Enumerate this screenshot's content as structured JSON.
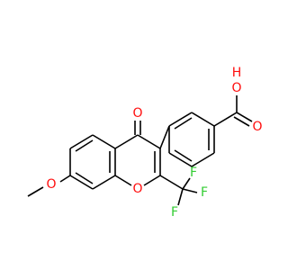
{
  "molecule": {
    "atoms": {
      "o_carbonyl": "O",
      "o_ring": "O",
      "o_methoxy": "O",
      "o_hydroxyl": "O",
      "h_hydroxyl": "H",
      "o_acid": "O",
      "f_top": "F",
      "f_right": "F",
      "f_bottom": "F"
    },
    "colors": {
      "oxygen": "#ff0d0d",
      "fluorine": "#33cc33",
      "bond": "#000000"
    }
  }
}
